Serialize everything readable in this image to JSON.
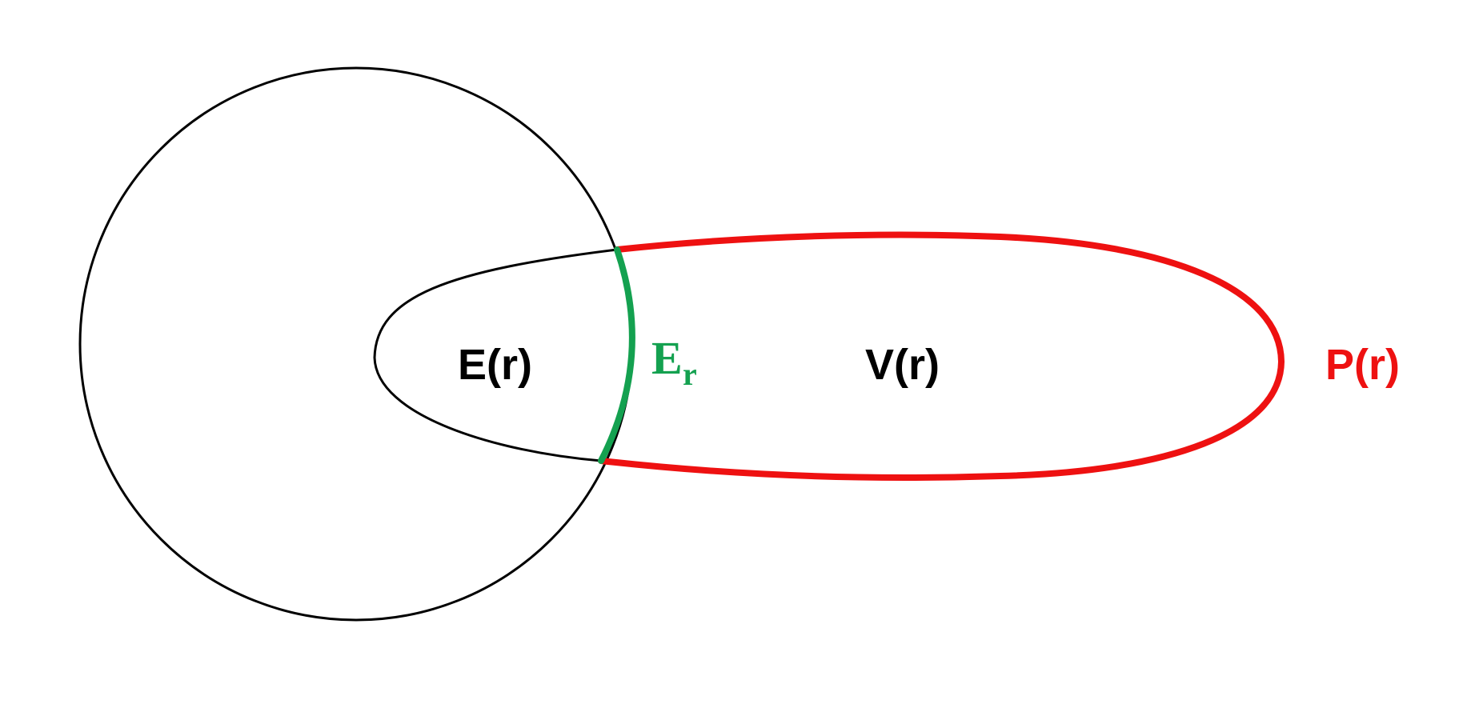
{
  "diagram": {
    "labels": {
      "region_e": "E(r)",
      "region_v": "V(r)",
      "boundary_er_base": "E",
      "boundary_er_subscript": "r",
      "boundary_p": "P(r)"
    },
    "colors": {
      "outline": "#000000",
      "boundary_p": "#ee1111",
      "boundary_er": "#14a150",
      "background": "#ffffff"
    }
  }
}
